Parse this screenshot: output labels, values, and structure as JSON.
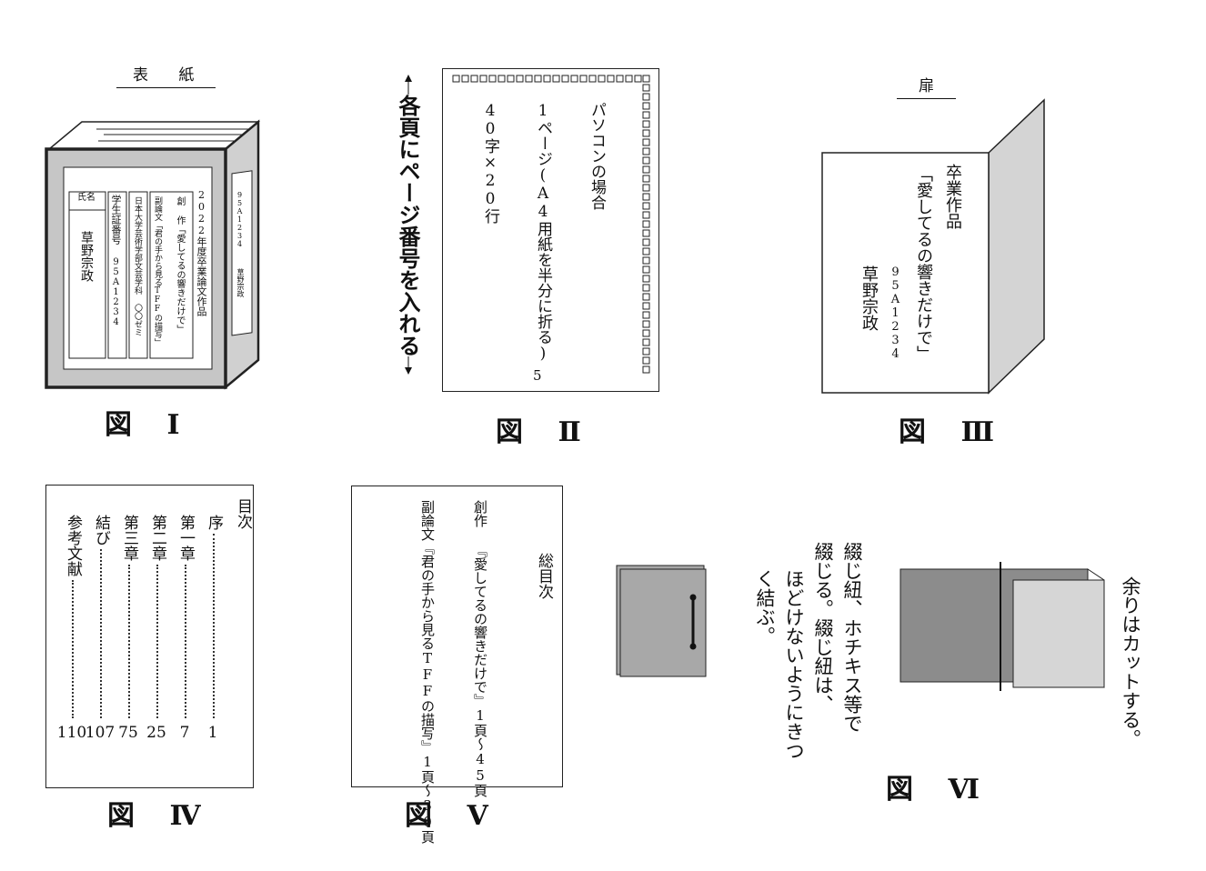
{
  "fig1": {
    "title": "表 紙",
    "label": "図 Ⅰ",
    "col_year": "2022年度卒業論文作品",
    "col_work": "創 作「愛してるの響きだけで」",
    "col_sub": "副論文「君の手から見るTFFの描写」",
    "col_faculty": "日本大学芸術学部文芸学科 〇〇ゼミ",
    "col_id_label": "学生証番号",
    "col_id": "95A1234",
    "col_name_label": "氏名",
    "col_name": "草野宗政",
    "spine_id": "95A1234",
    "spine_name": "草野宗政"
  },
  "fig2": {
    "label": "図 Ⅱ",
    "arrow_text": "各頁にページ番号を入れる",
    "line1": "パソコンの場合",
    "line2": "1ページ(A4用紙を半分に折る)",
    "line3": "40字×20行",
    "page_no": "5"
  },
  "fig3": {
    "title": "扉",
    "label": "図 Ⅲ",
    "line1": "卒業作品",
    "line2": "「愛してるの響きだけで」",
    "line3": "95A1234",
    "line4": "草野宗政"
  },
  "fig4": {
    "label": "図 Ⅳ",
    "heading": "目次",
    "items": [
      {
        "title": "序",
        "page": "1"
      },
      {
        "title": "第一章",
        "page": "7"
      },
      {
        "title": "第二章",
        "page": "25"
      },
      {
        "title": "第三章",
        "page": "75"
      },
      {
        "title": "結び",
        "page": "107"
      },
      {
        "title": "参考文献",
        "page": "110"
      }
    ]
  },
  "fig5": {
    "label": "図 Ⅴ",
    "heading": "総目次",
    "line1": "創作 『愛してるの響きだけで』1頁〜45頁",
    "line2": "副論文『君の手から見るTFFの描写』1頁〜30頁"
  },
  "fig6": {
    "label": "図 Ⅵ",
    "text_col1": "綴じ紐、ホチキス等で",
    "text_col2": "綴じる。綴じ紐は、",
    "text_col3": "ほどけないようにきつ",
    "text_col4": "く結ぶ。",
    "cut_note": "余りはカットする。"
  }
}
